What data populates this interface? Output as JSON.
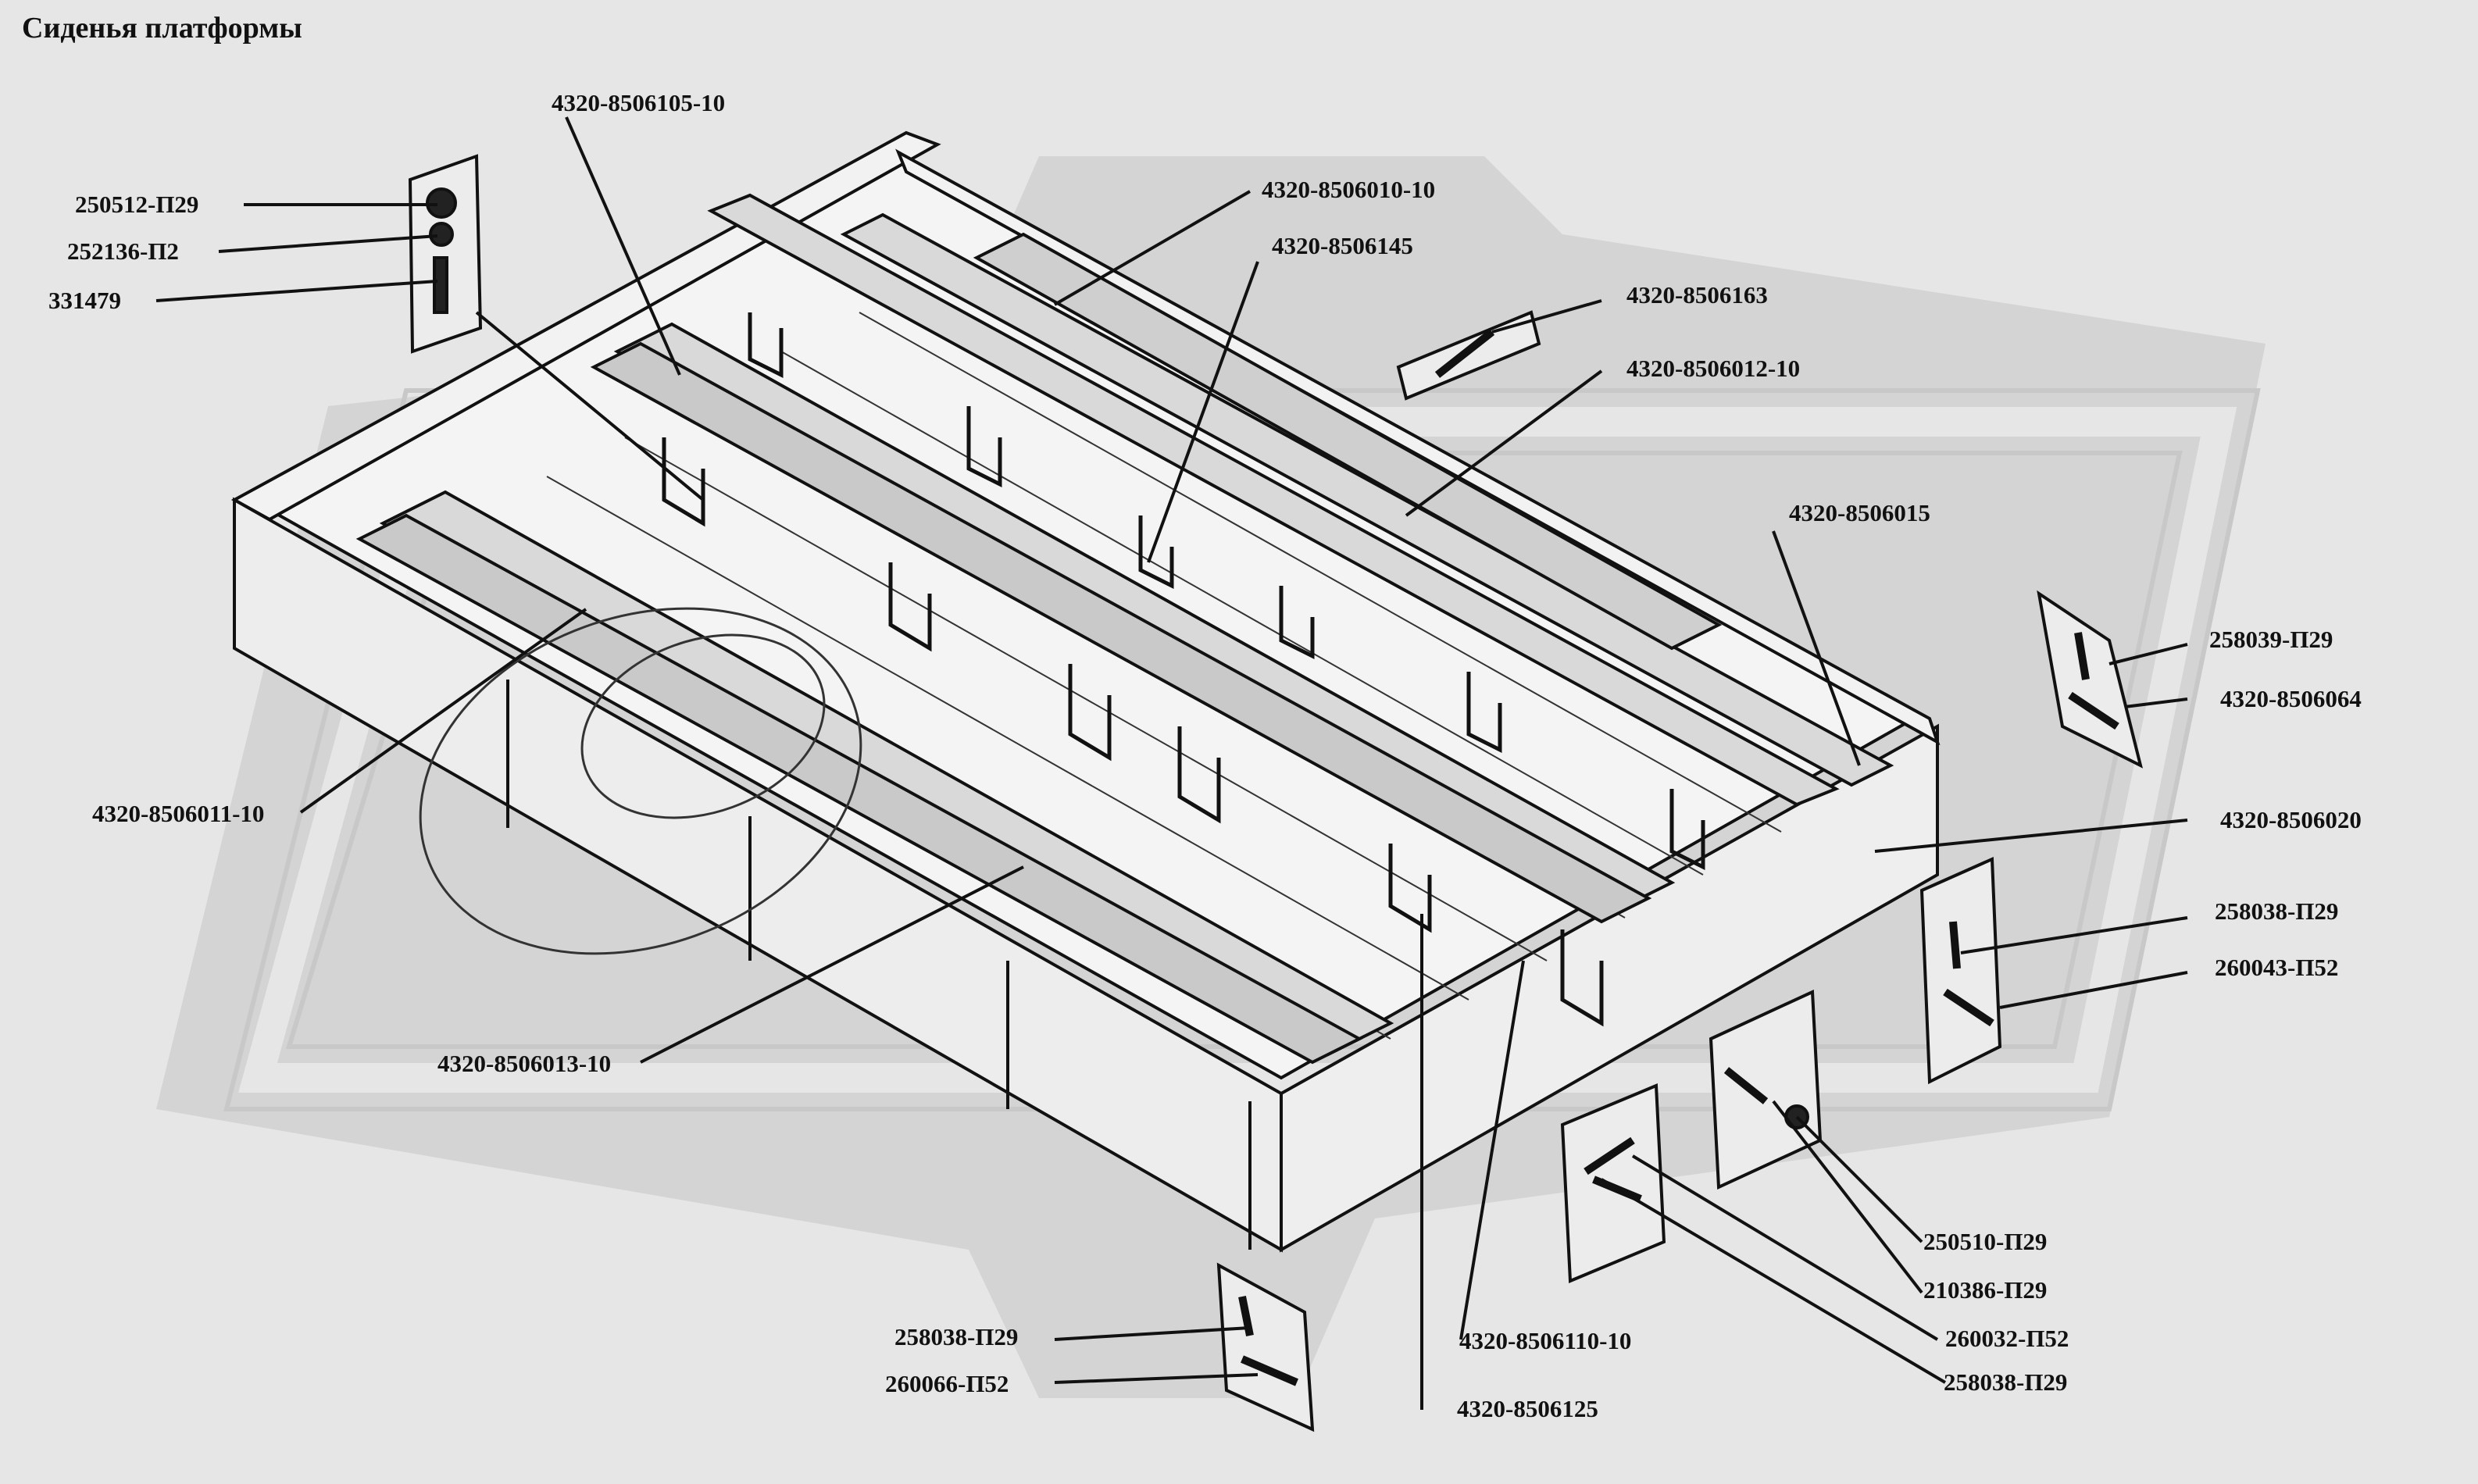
{
  "title": "Сиденья платформы",
  "colors": {
    "background": "#e6e6e6",
    "watermark": "#cfcfcf",
    "ink": "#111111",
    "detail_card": "#ececec"
  },
  "labels": {
    "p250512_P29": "250512-П29",
    "p252136_P2": "252136-П2",
    "p331479": "331479",
    "p8506105_10": "4320-8506105-10",
    "p8506010_10": "4320-8506010-10",
    "p8506145": "4320-8506145",
    "p8506163": "4320-8506163",
    "p8506012_10": "4320-8506012-10",
    "p8506015": "4320-8506015",
    "p258039_P29": "258039-П29",
    "p8506064": "4320-8506064",
    "p8506020": "4320-8506020",
    "p258038_P29_right": "258038-П29",
    "p260043_P52": "260043-П52",
    "p8506011_10": "4320-8506011-10",
    "p8506013_10": "4320-8506013-10",
    "p250510_P29": "250510-П29",
    "p210386_P29": "210386-П29",
    "p260032_P52": "260032-П52",
    "p258038_P29_bottom": "258038-П29",
    "p8506110_10": "4320-8506110-10",
    "p8506125": "4320-8506125",
    "p258038_P29_left": "258038-П29",
    "p260066_P52": "260066-П52"
  }
}
